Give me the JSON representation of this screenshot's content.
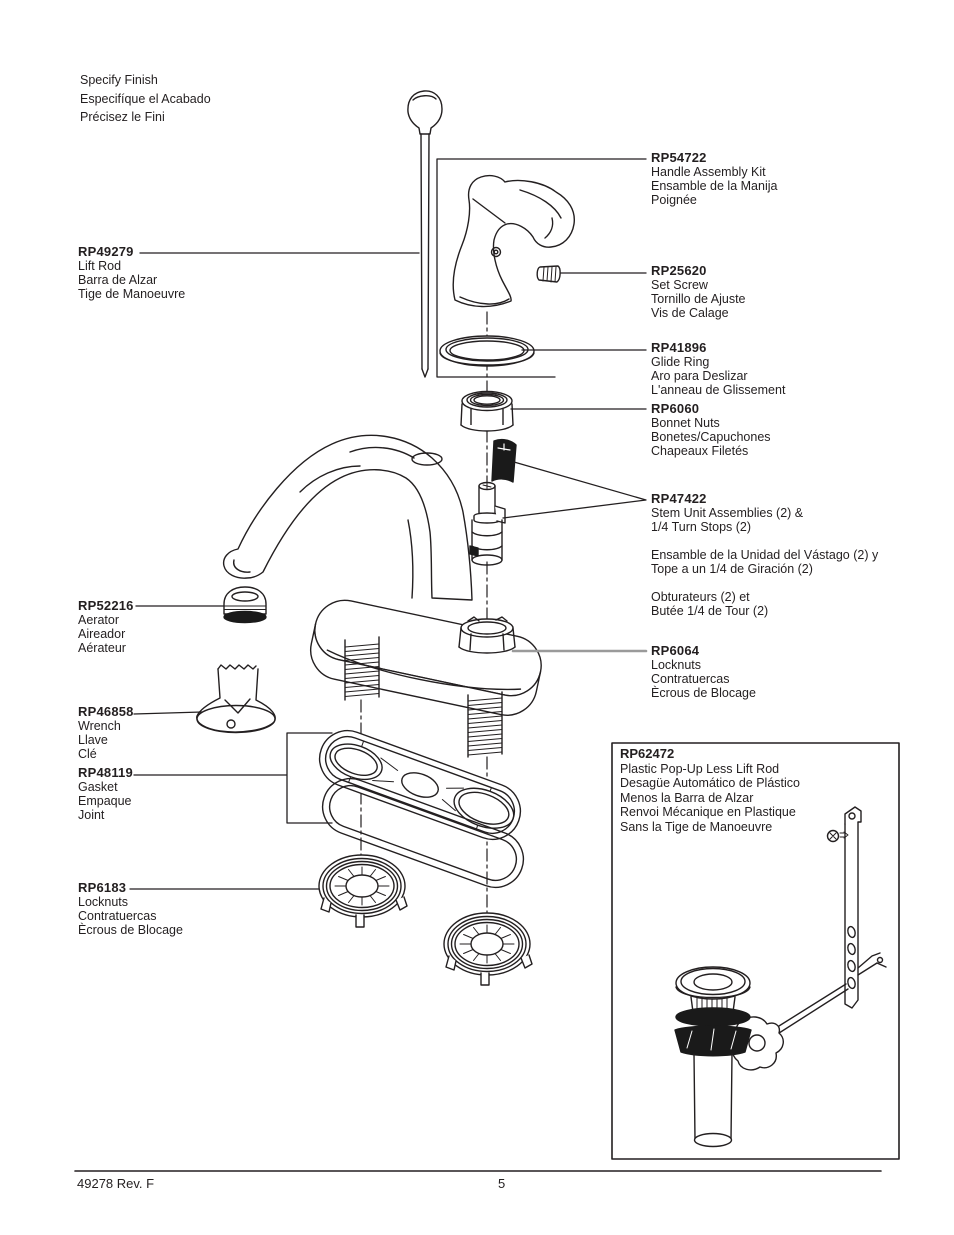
{
  "finish_note": {
    "lines": [
      "Specify Finish",
      "Especifíque el Acabado",
      "Précisez le Fini"
    ]
  },
  "parts": {
    "rp49279": {
      "number": "RP49279",
      "lines": [
        "Lift Rod",
        "Barra de Alzar",
        "Tige de Manoeuvre"
      ]
    },
    "rp54722": {
      "number": "RP54722",
      "lines": [
        "Handle Assembly Kit",
        "Ensamble de la Manija",
        "Poignée"
      ]
    },
    "rp25620": {
      "number": "RP25620",
      "lines": [
        "Set Screw",
        "Tornillo de Ajuste",
        "Vis de Calage"
      ]
    },
    "rp41896": {
      "number": "RP41896",
      "lines": [
        "Glide Ring",
        "Aro para Deslizar",
        "L'anneau de Glissement"
      ]
    },
    "rp6060": {
      "number": "RP6060",
      "lines": [
        "Bonnet Nuts",
        "Bonetes/Capuchones",
        "Chapeaux Filetés"
      ]
    },
    "rp47422": {
      "number": "RP47422",
      "lines": [
        "Stem Unit Assemblies (2) &",
        "1/4 Turn Stops (2)",
        "",
        "Ensamble de la Unidad del Vástago (2) y",
        "Tope a un 1/4 de Giración (2)",
        "",
        "Obturateurs (2) et",
        "Butée 1/4 de Tour (2)"
      ]
    },
    "rp52216": {
      "number": "RP52216",
      "lines": [
        "Aerator",
        "Aireador",
        "Aérateur"
      ]
    },
    "rp46858": {
      "number": "RP46858",
      "lines": [
        "Wrench",
        "Llave",
        "Clé"
      ]
    },
    "rp48119": {
      "number": "RP48119",
      "lines": [
        "Gasket",
        "Empaque",
        "Joint"
      ]
    },
    "rp6064": {
      "number": "RP6064",
      "lines": [
        "Locknuts",
        "Contratuercas",
        "Ècrous de Blocage"
      ]
    },
    "rp6183": {
      "number": "RP6183",
      "lines": [
        "Locknuts",
        "Contratuercas",
        "Ècrous de Blocage"
      ]
    },
    "rp62472": {
      "number": "RP62472",
      "lines": [
        "Plastic Pop-Up Less Lift Rod",
        "Desagüe Automático de Plástico",
        "Menos la Barra de Alzar",
        "Renvoi Mécanique en Plastique",
        "Sans la Tige de Manoeuvre"
      ]
    }
  },
  "footer": {
    "doc_ref": "49278  Rev. F",
    "page_number": "5"
  },
  "colors": {
    "ink": "#231f20",
    "gray_callout": "#9a9a9a",
    "paper": "#ffffff"
  }
}
